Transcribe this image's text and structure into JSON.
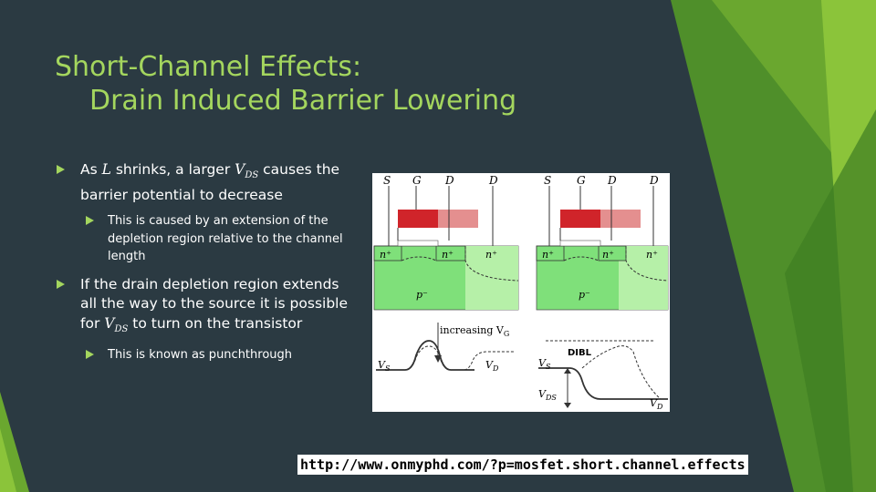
{
  "slide": {
    "title_line1": "Short-Channel Effects:",
    "title_line2": "Drain Induced Barrier Lowering",
    "bullets": [
      {
        "text_before": "As ",
        "math1": "L",
        "text_mid": " shrinks, a larger ",
        "math2": "V",
        "math2_sub": "DS",
        "text_after": " causes the barrier potential to decrease",
        "sub": "This is caused by an extension of the depletion region relative to the channel length"
      },
      {
        "text_before": "If the drain depletion region extends all the way to the source it is possible for ",
        "math": "V",
        "math_sub": "DS",
        "text_after": " to turn on the transistor",
        "sub": "This is known as punchthrough"
      }
    ],
    "url": "http://www.onmyphd.com/?p=mosfet.short.channel.effects"
  },
  "figure": {
    "labels": {
      "S": "S",
      "G": "G",
      "D": "D",
      "n_plus": "n⁺",
      "p_minus": "p⁻",
      "increasing": "increasing V",
      "increasing_sub": "G",
      "dibl": "DIBL",
      "VS": "V",
      "VS_sub": "S",
      "VD": "V",
      "VD_sub": "D",
      "VDS": "V",
      "VDS_sub": "DS"
    }
  },
  "colors": {
    "background": "#2b3a42",
    "accent": "#a4d65e",
    "gate_red": "#d0242a",
    "gate_pink": "#e48f8f",
    "silicon_green": "#7fe07a",
    "depletion_green": "#b6f0a8"
  }
}
